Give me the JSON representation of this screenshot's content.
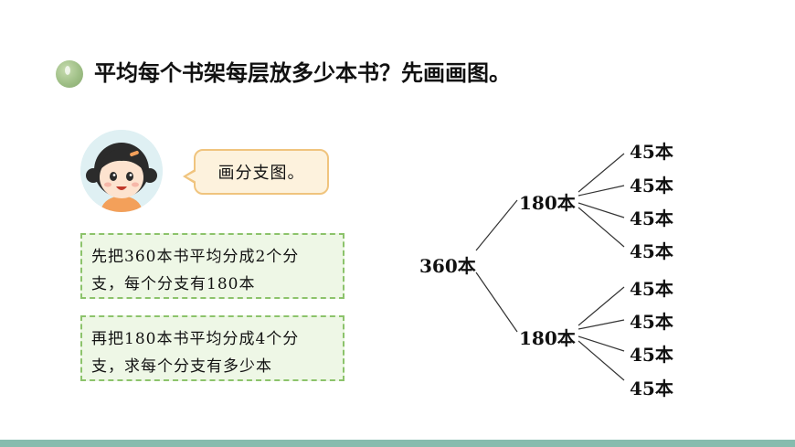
{
  "question": "平均每个书架每层放多少本书？先画画图。",
  "speech": "画分支图。",
  "step1": {
    "line1": "先把360本书平均分成2个分",
    "line2": "支，每个分支有180本"
  },
  "step2": {
    "line1": "再把180本书平均分成4个分",
    "line2": "支，求每个分支有多少本"
  },
  "tree": {
    "root": "360本",
    "branches": [
      {
        "label": "180本",
        "leaves": [
          "45本",
          "45本",
          "45本",
          "45本"
        ]
      },
      {
        "label": "180本",
        "leaves": [
          "45本",
          "45本",
          "45本",
          "45本"
        ]
      }
    ]
  },
  "colors": {
    "step_border": "#8cc36b",
    "step_fill": "#eef7e6",
    "bubble_border": "#f0c47e",
    "bubble_fill": "#fdf2dd",
    "bottom_bar": "#86bcae",
    "bullet": "#9fbf86"
  },
  "icons": {
    "bullet": "green-sphere-icon",
    "avatar": "girl-avatar-icon"
  }
}
